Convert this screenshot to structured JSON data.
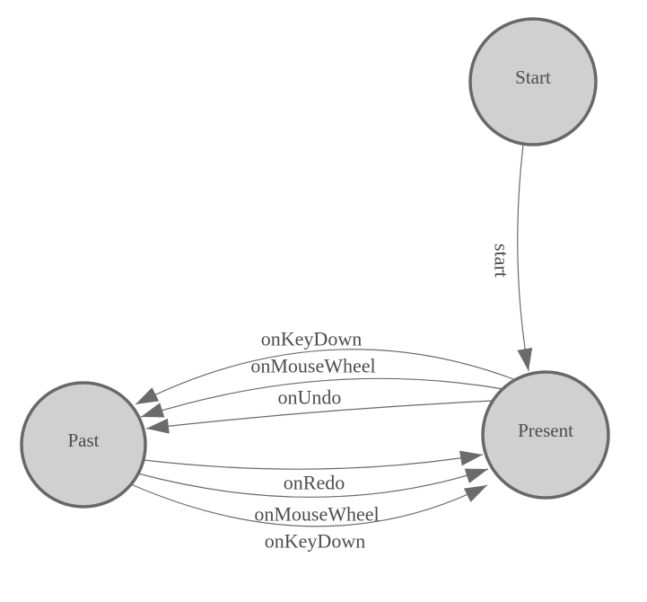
{
  "colors": {
    "background": "#ffffff",
    "node_fill": "#d0d0d0",
    "node_border": "#686868",
    "edge": "#6b6b6b",
    "arrow": "#6b6b6b",
    "text": "#4d4d4d"
  },
  "diagram": {
    "type": "state-machine",
    "nodes": [
      {
        "id": "start",
        "label": "Start"
      },
      {
        "id": "present",
        "label": "Present"
      },
      {
        "id": "past",
        "label": "Past"
      }
    ],
    "edges": [
      {
        "id": "start-to-present",
        "from": "start",
        "to": "present",
        "label": "start"
      },
      {
        "id": "present-to-past-keydown",
        "from": "present",
        "to": "past",
        "label": "onKeyDown"
      },
      {
        "id": "present-to-past-mousewheel",
        "from": "present",
        "to": "past",
        "label": "onMouseWheel"
      },
      {
        "id": "present-to-past-undo",
        "from": "present",
        "to": "past",
        "label": "onUndo"
      },
      {
        "id": "past-to-present-redo",
        "from": "past",
        "to": "present",
        "label": "onRedo"
      },
      {
        "id": "past-to-present-mousewheel",
        "from": "past",
        "to": "present",
        "label": "onMouseWheel"
      },
      {
        "id": "past-to-present-keydown",
        "from": "past",
        "to": "present",
        "label": "onKeyDown"
      }
    ]
  }
}
